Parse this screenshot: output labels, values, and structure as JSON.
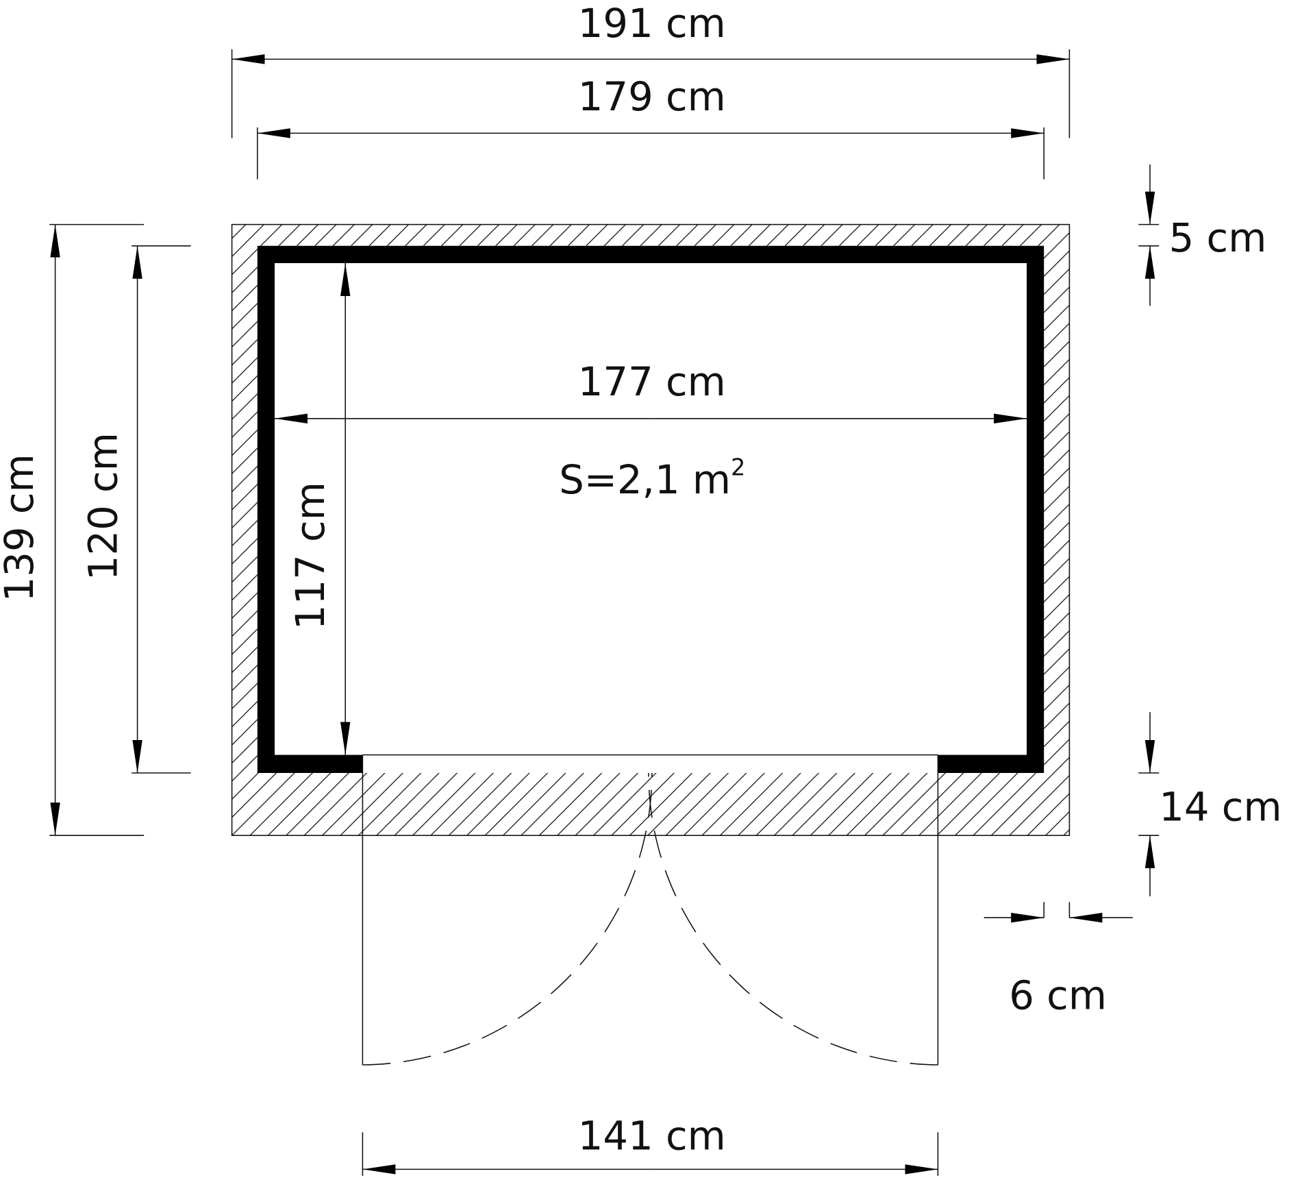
{
  "title": "Shed floor plan",
  "colors": {
    "line": "#111111",
    "wall": "#000000",
    "background": "#ffffff"
  },
  "dimensions": {
    "outer_width": "191 cm",
    "base_width": "179 cm",
    "inner_width": "177 cm",
    "area_prefix": "S=2,1 m",
    "area_exponent": "2",
    "outer_depth": "139 cm",
    "base_depth": "120 cm",
    "inner_depth": "117 cm",
    "overhang_back": "5 cm",
    "overhang_front": "14 cm",
    "overhang_side": "6 cm",
    "door_width": "141 cm"
  }
}
